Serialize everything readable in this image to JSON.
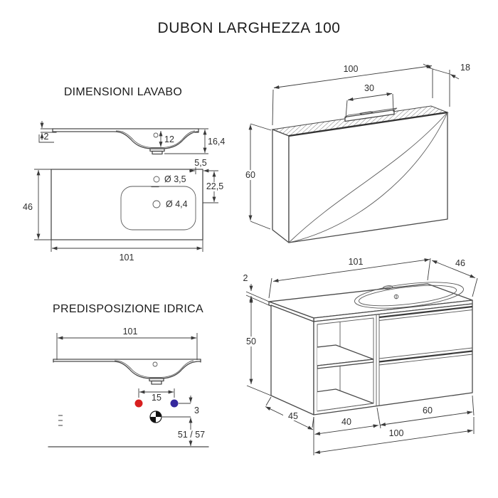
{
  "title": "DUBON LARGHEZZA 100",
  "lavabo": {
    "heading": "DIMENSIONI LAVABO",
    "side": {
      "thickness": "2",
      "basin_depth": "12",
      "total_height": "16,4"
    },
    "plan": {
      "width": "101",
      "depth": "46",
      "edge_offset": "5,5",
      "hole_offset": "22,5",
      "overflow_hole": "Ø 3,5",
      "faucet_hole": "Ø 4,4"
    }
  },
  "idrica": {
    "heading": "PREDISPOSIZIONE IDRICA",
    "width": "101",
    "tap_spacing": "15",
    "drain_gap": "3",
    "supply_height": "51 / 57"
  },
  "mirror": {
    "width": "100",
    "depth": "18",
    "height": "60",
    "lamp_width": "30"
  },
  "vanity": {
    "top_width": "101",
    "top_depth": "46",
    "top_thickness": "2",
    "body_height": "50",
    "body_depth": "45",
    "shelf_width": "40",
    "drawers_width": "60",
    "total_width": "100"
  },
  "colors": {
    "hot_water": "#d81f1f",
    "cold_water": "#35289d"
  }
}
